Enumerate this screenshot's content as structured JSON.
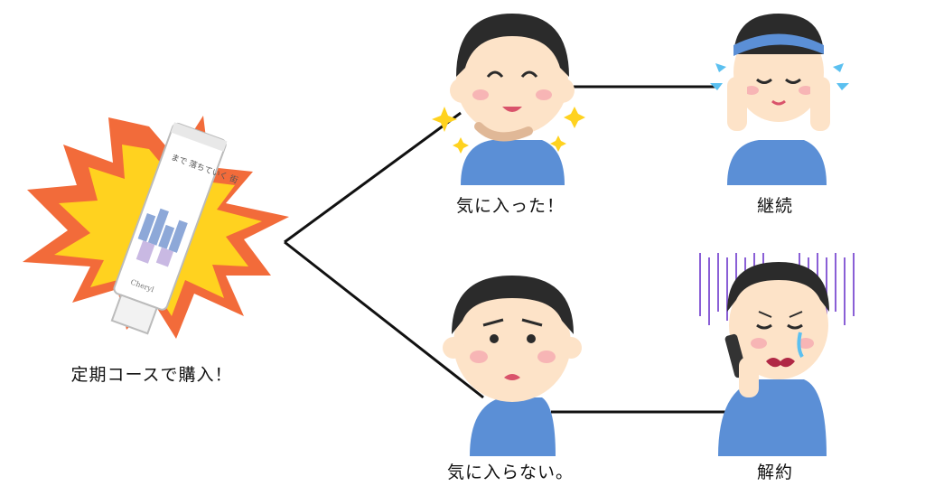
{
  "labels": {
    "purchase": "定期コースで購入！",
    "liked": "気に入った！",
    "continue": "継続",
    "disliked": "気に入らない。",
    "cancel": "解約"
  },
  "product": {
    "title_text": "まで 落ちていく 街",
    "brand_text": "Cheryl"
  },
  "colors": {
    "burst_outer": "#f26b3a",
    "burst_inner": "#ffd21f",
    "shirt_blue": "#5b8fd6",
    "hair": "#2b2b2b",
    "skin": "#fde3c8",
    "rain_purple": "#8a5fd6",
    "sparkle": "#ffd21f",
    "sweat": "#5bc0f0"
  },
  "icons": [
    "explosion-burst",
    "toothpaste-tube",
    "happy-man",
    "sweating-man",
    "sad-man",
    "crying-man-phone"
  ]
}
